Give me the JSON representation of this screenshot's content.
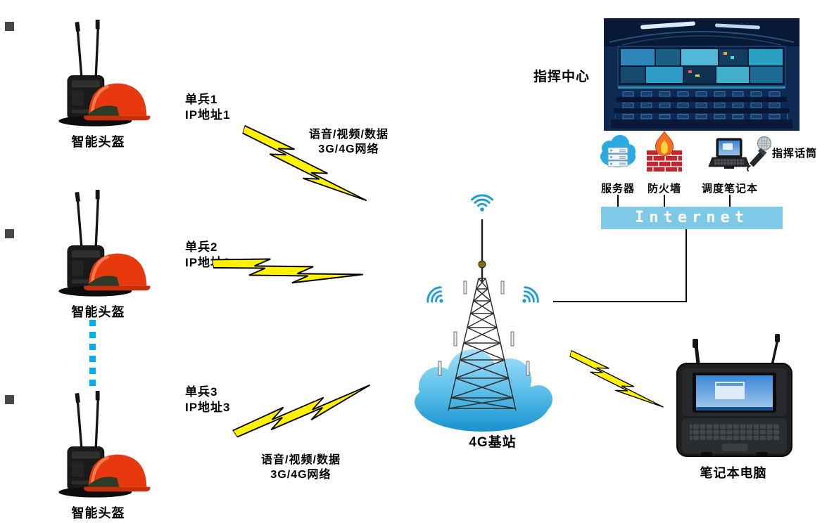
{
  "colors": {
    "lightning_fill": "#FFF100",
    "lightning_outline": "#000000",
    "internet_bar_bg": "#7EC9E8",
    "internet_text": "#FFFFFF",
    "dashed_link_blue": "#00AEEF",
    "helmet_red": "#E8380D",
    "cloud_blue": "#2FA8DC",
    "wifi_blue": "#1E9CD7",
    "brick_red": "#C1272D"
  },
  "icons": {
    "smart-helmet": "helmet-with-radio-and-antennas",
    "lightning-link": "yellow-zigzag-bolt",
    "base-station": "lattice-tower-in-cloud",
    "wifi-signal": "radio-arcs",
    "server": "cloud-with-server-racks",
    "firewall": "flame-and-brick-wall",
    "dispatch-laptop": "open-laptop",
    "microphone": "handheld-mic",
    "field-laptop": "rugged-laptop-with-antennas",
    "command-center": "control-room-photo"
  },
  "soldiers": [
    {
      "device_label": "智能头盔",
      "name": "单兵1",
      "ip": "IP地址1"
    },
    {
      "device_label": "智能头盔",
      "name": "单兵2",
      "ip": "IP地址2"
    },
    {
      "device_label": "智能头盔",
      "name": "单兵3",
      "ip": "IP地址3"
    }
  ],
  "links": [
    {
      "line1": "语音/视频/数据",
      "line2": "3G/4G网络"
    },
    {
      "line1": "语音/视频/数据",
      "line2": "3G/4G网络"
    }
  ],
  "base_station": {
    "label": "4G基站"
  },
  "command_center": {
    "label": "指挥中心"
  },
  "equipment": {
    "server": "服务器",
    "firewall": "防火墙",
    "dispatch_laptop": "调度笔记本",
    "microphone": "指挥话筒"
  },
  "internet": {
    "label": "Internet"
  },
  "field_laptop": {
    "label": "笔记本电脑"
  }
}
